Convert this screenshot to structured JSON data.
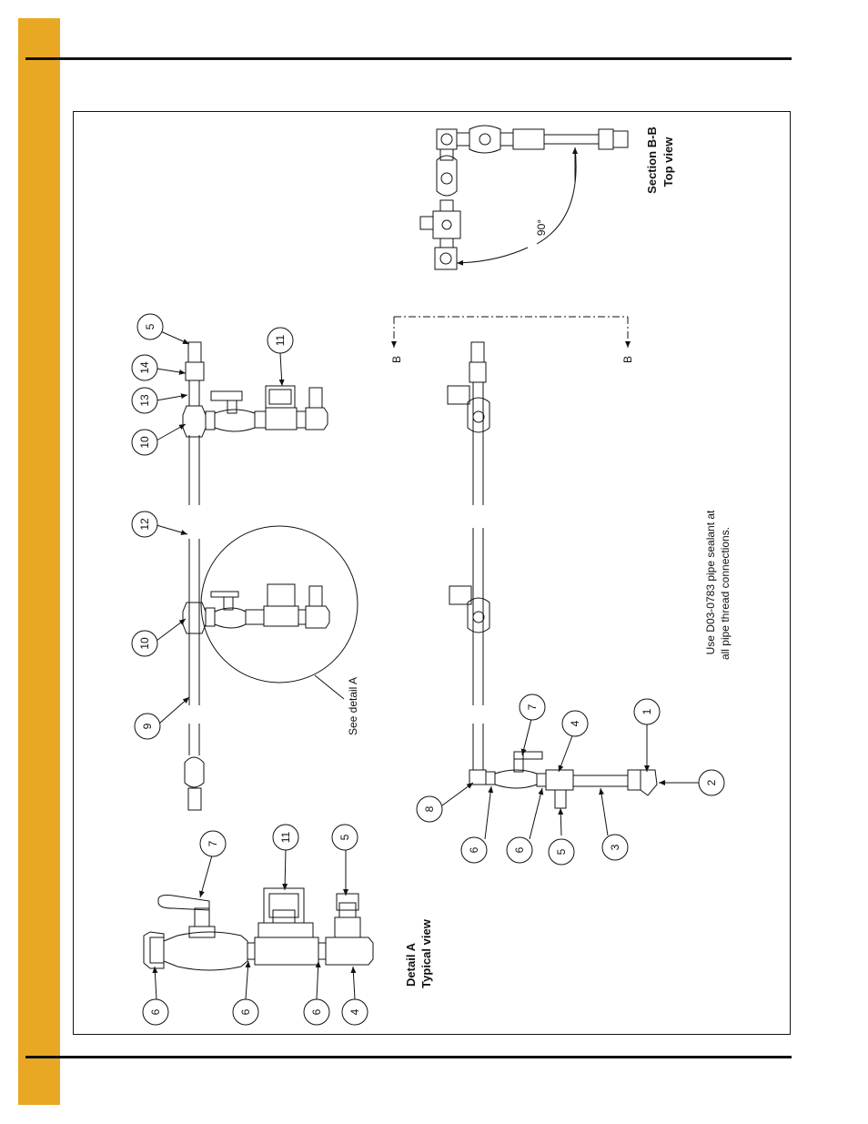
{
  "colors": {
    "accent_bar": "#e8a823",
    "line": "#111111"
  },
  "detail_a": {
    "title": "Detail A",
    "subtitle": "Typical view"
  },
  "section_bb": {
    "title": "Section B-B",
    "subtitle": "Top view",
    "angle": "90°"
  },
  "section_markers": {
    "top": "B",
    "bottom": "B"
  },
  "see_detail": "See detail A",
  "note": {
    "line1": "Use D03-0783 pipe sealant at",
    "line2": "all pipe thread connections."
  },
  "callouts": {
    "da_6a": "6",
    "da_6b": "6",
    "da_6c": "6",
    "da_4": "4",
    "da_7": "7",
    "da_11": "11",
    "da_5": "5",
    "m_9": "9",
    "m_10a": "10",
    "m_12": "12",
    "m_10b": "10",
    "m_13": "13",
    "m_14": "14",
    "m_5": "5",
    "m_11": "11",
    "l_8": "8",
    "l_6a": "6",
    "l_6b": "6",
    "l_5": "5",
    "l_3": "3",
    "l_7": "7",
    "l_4": "4",
    "l_1": "1",
    "l_2": "2"
  }
}
